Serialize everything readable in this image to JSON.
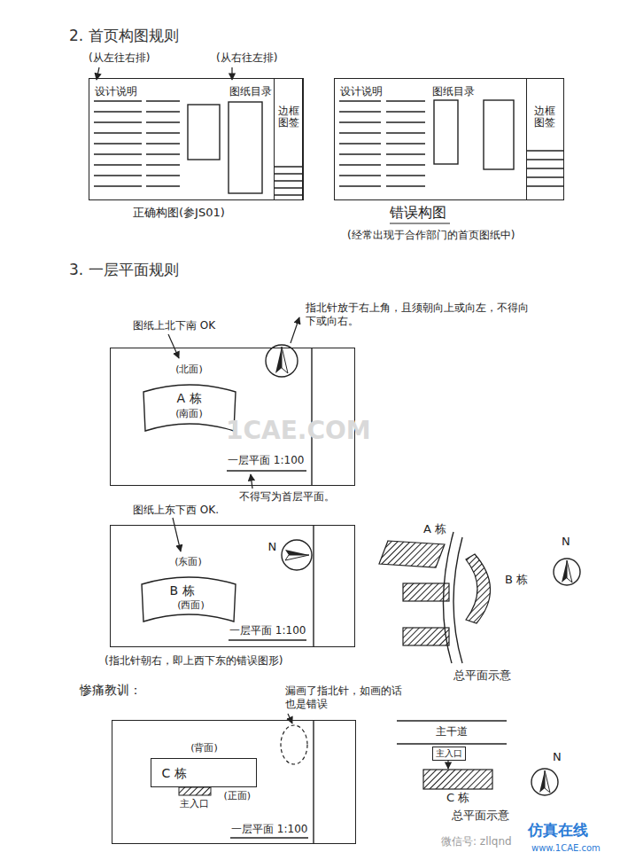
{
  "diagram": {
    "nodes": [
      {
        "text": [
          "设计说明",
          "图纸目录"
        ]
      },
      {
        "text": [
          "边框图签"
        ],
        "in": 0
      },
      {
        "text": [
          "设计说明",
          "图纸目录"
        ]
      },
      {
        "text": [
          "边框图签"
        ],
        "in": 2
      },
      {
        "text": [
          "一层平面 1:100"
        ]
      },
      {
        "text": [
          "(北面)",
          "A 栋",
          "(南面)"
        ],
        "in": 4
      },
      {
        "text": [
          "一层平面 1:100"
        ]
      },
      {
        "text": [
          "(东面)",
          "B 栋",
          "(西面)"
        ],
        "in": 6
      },
      {
        "text": [
          "N"
        ],
        "in": 6
      },
      {
        "text": [
          "A 栋"
        ]
      },
      {
        "text": [
          "B 栋"
        ]
      },
      {
        "text": [
          "一层平面 1:100"
        ]
      },
      {
        "text": [
          "(背面)",
          "C 栋",
          "(正面)"
        ],
        "in": 11
      },
      {
        "text": [
          "主干道"
        ]
      },
      {
        "text": [
          "主入口"
        ]
      },
      {
        "text": [
          "C 栋"
        ]
      }
    ],
    "labels": [
      "2. 首页构图规则",
      "(从左往右排)",
      "(从右往左排)",
      "正确构图(参JS01)",
      "错误构图",
      "(经常出现于合作部门的首页图纸中)",
      "3. 一层平面规则",
      "图纸上北下南 OK",
      "指北针放于右上角，且须朝向上或向左，不得向下或向右。",
      "不得写为首层平面。",
      "图纸上东下西 OK.",
      "(指北针朝右，即上西下东的错误图形)",
      "N",
      "总平面示意",
      "惨痛教训：",
      "漏画了指北针，如画的话也是错误",
      "主入口",
      "N",
      "总平面示意",
      "1CAE.COM",
      "微信号: zllqnd",
      "仿真在线",
      "www.1CAE.com"
    ]
  }
}
